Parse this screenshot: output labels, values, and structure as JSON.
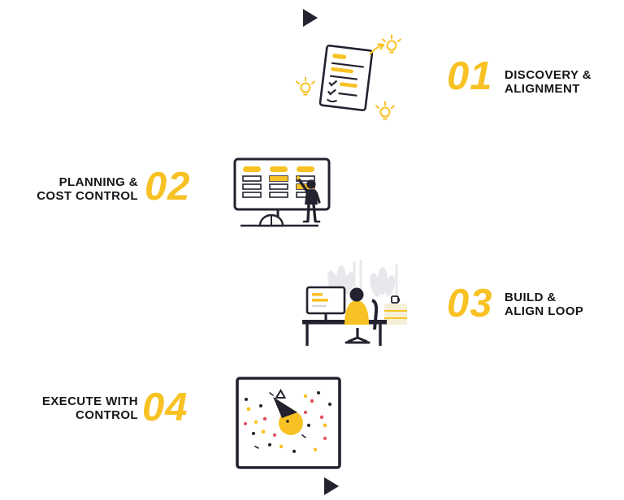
{
  "colors": {
    "bg": "#ffffff",
    "accent": "#F8C224",
    "dark": "#23222E",
    "text": "#15151A",
    "red": "#E14F5E",
    "gray": "#E8E8EC",
    "cream": "#F6EFD8"
  },
  "flow_icons": {
    "top": "play-triangle",
    "bottom": "play-triangle"
  },
  "steps": [
    {
      "number": "01",
      "label_line1": "DISCOVERY &",
      "label_line2": "ALIGNMENT",
      "illustration": "document-checklist-with-idea-bulbs"
    },
    {
      "number": "02",
      "label_line1": "PLANNING &",
      "label_line2": "COST CONTROL",
      "illustration": "person-presenting-kanban-screen"
    },
    {
      "number": "03",
      "label_line1": "BUILD &",
      "label_line2": "ALIGN LOOP",
      "illustration": "developer-at-desk-workstation"
    },
    {
      "number": "04",
      "label_line1": "EXECUTE WITH",
      "label_line2": "CONTROL",
      "illustration": "scatter-analytics-board"
    }
  ]
}
